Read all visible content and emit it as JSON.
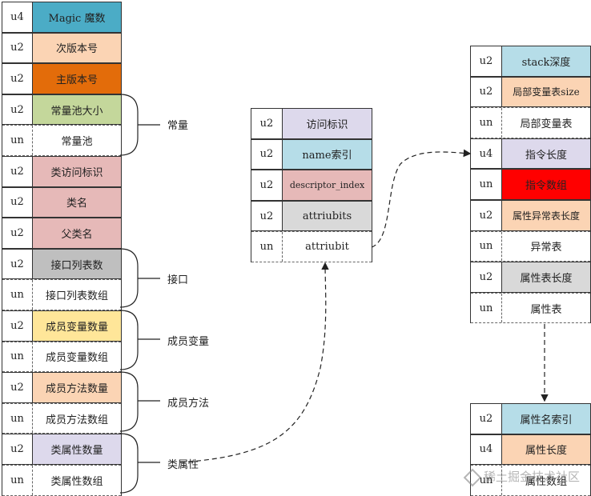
{
  "class_file": [
    {
      "type": "u4",
      "name": "Magic 魔数",
      "color": "#4bacc6"
    },
    {
      "type": "u2",
      "name": "次版本号",
      "color": "#fbd4b4"
    },
    {
      "type": "u2",
      "name": "主版本号",
      "color": "#e36c0a"
    },
    {
      "type": "u2",
      "name": "常量池大小",
      "color": "#c4d79b"
    },
    {
      "type": "un",
      "name": "常量池",
      "color": "#ffffff"
    },
    {
      "type": "u2",
      "name": "类访问标识",
      "color": "#e6b9b8"
    },
    {
      "type": "u2",
      "name": "类名",
      "color": "#e6b9b8"
    },
    {
      "type": "u2",
      "name": "父类名",
      "color": "#e6b9b8"
    },
    {
      "type": "u2",
      "name": "接口列表数",
      "color": "#bfbfbf"
    },
    {
      "type": "un",
      "name": "接口列表数组",
      "color": "#ffffff"
    },
    {
      "type": "u2",
      "name": "成员变量数量",
      "color": "#ffe699"
    },
    {
      "type": "un",
      "name": "成员变量数组",
      "color": "#ffffff"
    },
    {
      "type": "u2",
      "name": "成员方法数量",
      "color": "#fbd4b4"
    },
    {
      "type": "un",
      "name": "成员方法数组",
      "color": "#ffffff"
    },
    {
      "type": "u2",
      "name": "类属性数量",
      "color": "#ddd9ec"
    },
    {
      "type": "un",
      "name": "类属性数组",
      "color": "#ffffff"
    }
  ],
  "group_labels": [
    "常量",
    "接口",
    "成员变量",
    "成员方法",
    "类属性"
  ],
  "attribute_info": [
    {
      "type": "u2",
      "name": "访问标识",
      "color": "#ddd9ec"
    },
    {
      "type": "u2",
      "name": "name索引",
      "color": "#b6dde8"
    },
    {
      "type": "u2",
      "name": "descriptor_index",
      "color": "#e6b9b8"
    },
    {
      "type": "u2",
      "name": "attriubits",
      "color": "#d9d9d9"
    },
    {
      "type": "un",
      "name": "attriubit",
      "color": "#ffffff"
    }
  ],
  "code_attribute": [
    {
      "type": "u2",
      "name": "stack深度",
      "color": "#b6dde8"
    },
    {
      "type": "u2",
      "name": "局部变量表size",
      "color": "#fbd4b4"
    },
    {
      "type": "un",
      "name": "局部变量表",
      "color": "#ffffff"
    },
    {
      "type": "u4",
      "name": "指令长度",
      "color": "#ddd9ec"
    },
    {
      "type": "un",
      "name": "指令数组",
      "color": "#ff0000"
    },
    {
      "type": "u2",
      "name": "属性异常表长度",
      "color": "#fbd4b4"
    },
    {
      "type": "un",
      "name": "异常表",
      "color": "#ffffff"
    },
    {
      "type": "u2",
      "name": "属性表长度",
      "color": "#d9d9d9"
    },
    {
      "type": "un",
      "name": "属性表",
      "color": "#ffffff"
    }
  ],
  "attr_table": [
    {
      "type": "u2",
      "name": "属性名索引",
      "color": "#b6dde8"
    },
    {
      "type": "u4",
      "name": "属性长度",
      "color": "#fbd4b4"
    },
    {
      "type": "un",
      "name": "属性数组",
      "color": "#ffffff"
    }
  ],
  "watermark": "稀土掘金技术社区"
}
